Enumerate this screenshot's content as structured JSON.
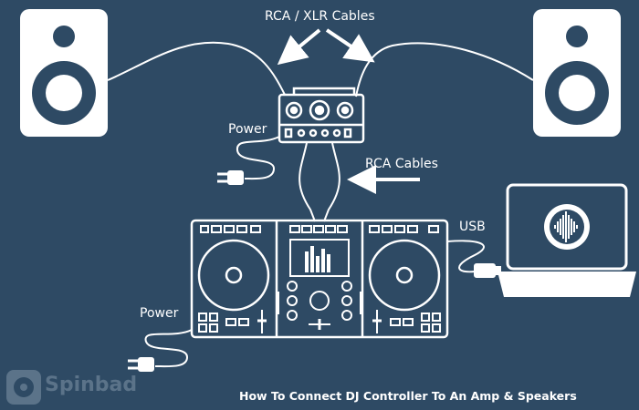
{
  "labels": {
    "rca_xlr_cables": "RCA  / XLR Cables",
    "rca_cables": "RCA  Cables",
    "usb": "USB",
    "power_amp": "Power",
    "power_controller": "Power"
  },
  "caption": "How To Connect DJ Controller To An Amp & Speakers",
  "watermark": {
    "text": "Spinbad"
  },
  "colors": {
    "background": "#2e4a64",
    "line": "#ffffff",
    "watermark": "#5b7389"
  },
  "icons": [
    "speaker-icon",
    "amplifier-icon",
    "dj-controller-icon",
    "laptop-icon",
    "power-plug-icon",
    "arrow-icon"
  ]
}
